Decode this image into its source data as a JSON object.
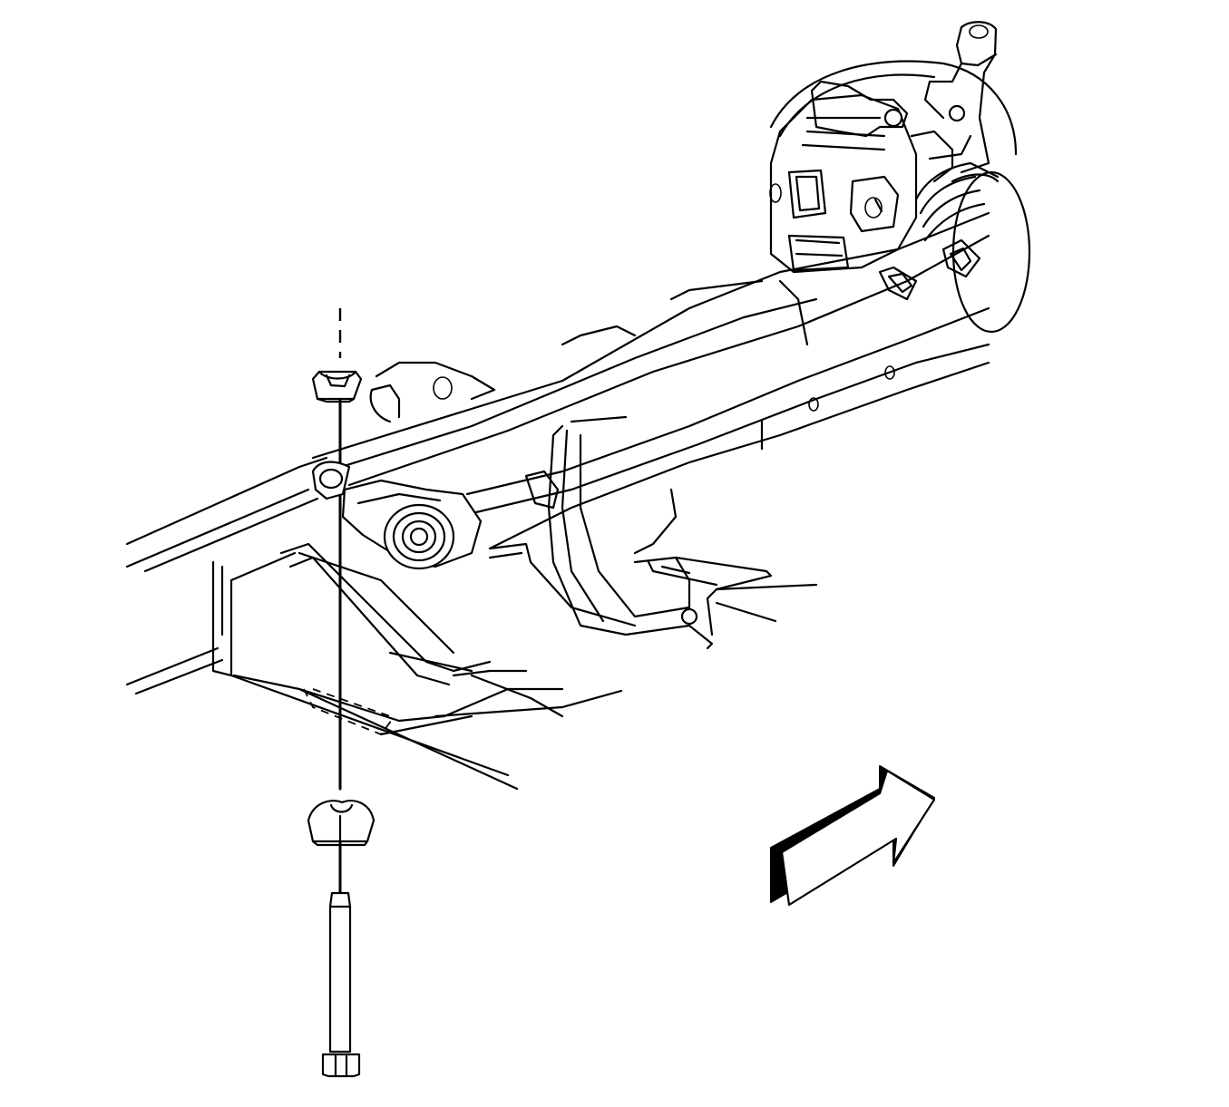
{
  "diagram": {
    "type": "technical-line-illustration",
    "labels": [],
    "parts": [
      "stabilizer-shaft",
      "lower-control-arm",
      "control-arm-bushing",
      "upper-insulator",
      "lower-insulator",
      "link-bolt",
      "frame-crossmember",
      "brake-caliper",
      "brake-rotor",
      "steering-knuckle",
      "front-direction-arrow"
    ],
    "colors": {
      "line": "#000000",
      "background": "#ffffff",
      "arrow_shadow": "#000000"
    }
  }
}
